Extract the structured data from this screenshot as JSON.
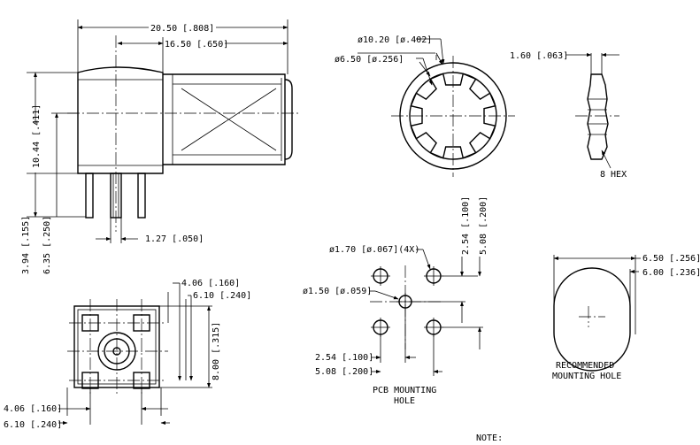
{
  "connector_side_view": {
    "overall_length": "20.50 [.808]",
    "body_length": "16.50 [.650]",
    "height": "10.44 [.411]",
    "pin_height_short": "3.94 [.155]",
    "pin_height_long": "6.35 [.250]",
    "pin_diameter": "1.27 [.050]"
  },
  "hex_nut_front": {
    "outer_diameter": "ø10.20 [ø.402]",
    "inner_diameter": "ø6.50 [ø.256]"
  },
  "hex_nut_side": {
    "thickness": "1.60 [.063]",
    "hex_size": "8 HEX"
  },
  "bottom_view": {
    "spacing_inner_top": "4.06 [.160]",
    "spacing_outer_top": "6.10 [.240]",
    "height": "8.00 [.315]",
    "spacing_inner_bottom": "4.06 [.160]",
    "spacing_outer_bottom": "6.10 [.240]"
  },
  "pcb_layout": {
    "corner_holes": "ø1.70 [ø.067](4X)",
    "center_hole": "ø1.50 [ø.059]",
    "v_inner": "2.54 [.100]",
    "v_outer": "5.08 [.200]",
    "h_inner": "2.54 [.100]",
    "h_outer": "5.08 [.200]",
    "caption_line1": "PCB MOUNTING",
    "caption_line2": "HOLE"
  },
  "panel_hole": {
    "width_outer": "6.50 [.256]",
    "width_inner": "6.00 [.236]",
    "caption_line1": "RECOMMENDED",
    "caption_line2": "MOUNTING HOLE"
  },
  "note_label": "NOTE:"
}
